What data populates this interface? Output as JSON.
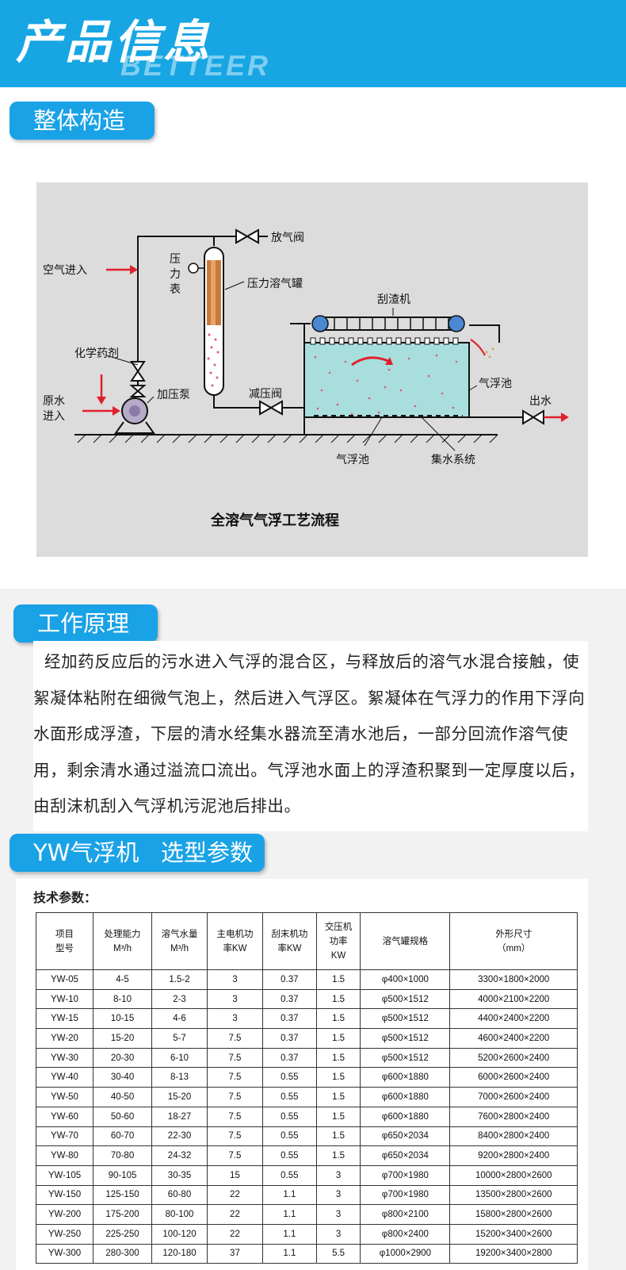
{
  "banner": {
    "title": "产品信息",
    "subtitle": "BETTEER"
  },
  "sections": {
    "structure": "整体构造",
    "principle": "工作原理",
    "selection": "YW气浮机   选型参数"
  },
  "diagram": {
    "labels": {
      "vent_valve": "放气阀",
      "pressure": "压",
      "force": "力",
      "gauge": "表",
      "air_in": "空气进入",
      "tank": "压力溶气罐",
      "scraper": "刮渣机",
      "chemical": "化学药剂",
      "raw": "原水",
      "enter": "进入",
      "pump": "加压泵",
      "reducer": "减压阀",
      "pool_right": "气浮池",
      "outlet": "出水",
      "pool_bottom": "气浮池",
      "collector": "集水系统",
      "caption": "全溶气气浮工艺流程"
    }
  },
  "principle_text": "经加药反应后的污水进入气浮的混合区，与释放后的溶气水混合接触，使絮凝体粘附在细微气泡上，然后进入气浮区。絮凝体在气浮力的作用下浮向水面形成浮渣，下层的清水经集水器流至清水池后，一部分回流作溶气使用，剩余清水通过溢流口流出。气浮池水面上的浮渣积聚到一定厚度以后， 由刮沫机刮入气浮机污泥池后排出。",
  "table": {
    "label": "技术参数：",
    "headers": [
      [
        "项目",
        "型号"
      ],
      [
        "处理能力",
        "M³/h"
      ],
      [
        "溶气水量",
        "M³/h"
      ],
      [
        "主电机功",
        "率KW"
      ],
      [
        "刮末机功",
        "率KW"
      ],
      [
        "交压机",
        "功率",
        "KW"
      ],
      [
        "溶气罐规格"
      ],
      [
        "外形尺寸",
        "（mm）"
      ]
    ],
    "rows": [
      [
        "YW-05",
        "4-5",
        "1.5-2",
        "3",
        "0.37",
        "1.5",
        "φ400×1000",
        "3300×1800×2000"
      ],
      [
        "YW-10",
        "8-10",
        "2-3",
        "3",
        "0.37",
        "1.5",
        "φ500×1512",
        "4000×2100×2200"
      ],
      [
        "YW-15",
        "10-15",
        "4-6",
        "3",
        "0.37",
        "1.5",
        "φ500×1512",
        "4400×2400×2200"
      ],
      [
        "YW-20",
        "15-20",
        "5-7",
        "7.5",
        "0.37",
        "1.5",
        "φ500×1512",
        "4600×2400×2200"
      ],
      [
        "YW-30",
        "20-30",
        "6-10",
        "7.5",
        "0.37",
        "1.5",
        "φ500×1512",
        "5200×2600×2400"
      ],
      [
        "YW-40",
        "30-40",
        "8-13",
        "7.5",
        "0.55",
        "1.5",
        "φ600×1880",
        "6000×2600×2400"
      ],
      [
        "YW-50",
        "40-50",
        "15-20",
        "7.5",
        "0.55",
        "1.5",
        "φ600×1880",
        "7000×2600×2400"
      ],
      [
        "YW-60",
        "50-60",
        "18-27",
        "7.5",
        "0.55",
        "1.5",
        "φ600×1880",
        "7600×2800×2400"
      ],
      [
        "YW-70",
        "60-70",
        "22-30",
        "7.5",
        "0.55",
        "1.5",
        "φ650×2034",
        "8400×2800×2400"
      ],
      [
        "YW-80",
        "70-80",
        "24-32",
        "7.5",
        "0.55",
        "1.5",
        "φ650×2034",
        "9200×2800×2400"
      ],
      [
        "YW-105",
        "90-105",
        "30-35",
        "15",
        "0.55",
        "3",
        "φ700×1980",
        "10000×2800×2600"
      ],
      [
        "YW-150",
        "125-150",
        "60-80",
        "22",
        "1.1",
        "3",
        "φ700×1980",
        "13500×2800×2600"
      ],
      [
        "YW-200",
        "175-200",
        "80-100",
        "22",
        "1.1",
        "3",
        "φ800×2100",
        "15800×2800×2600"
      ],
      [
        "YW-250",
        "225-250",
        "100-120",
        "22",
        "1.1",
        "3",
        "φ800×2400",
        "15200×3400×2600"
      ],
      [
        "YW-300",
        "280-300",
        "120-180",
        "37",
        "1.1",
        "5.5",
        "φ1000×2900",
        "19200×3400×2800"
      ]
    ]
  }
}
